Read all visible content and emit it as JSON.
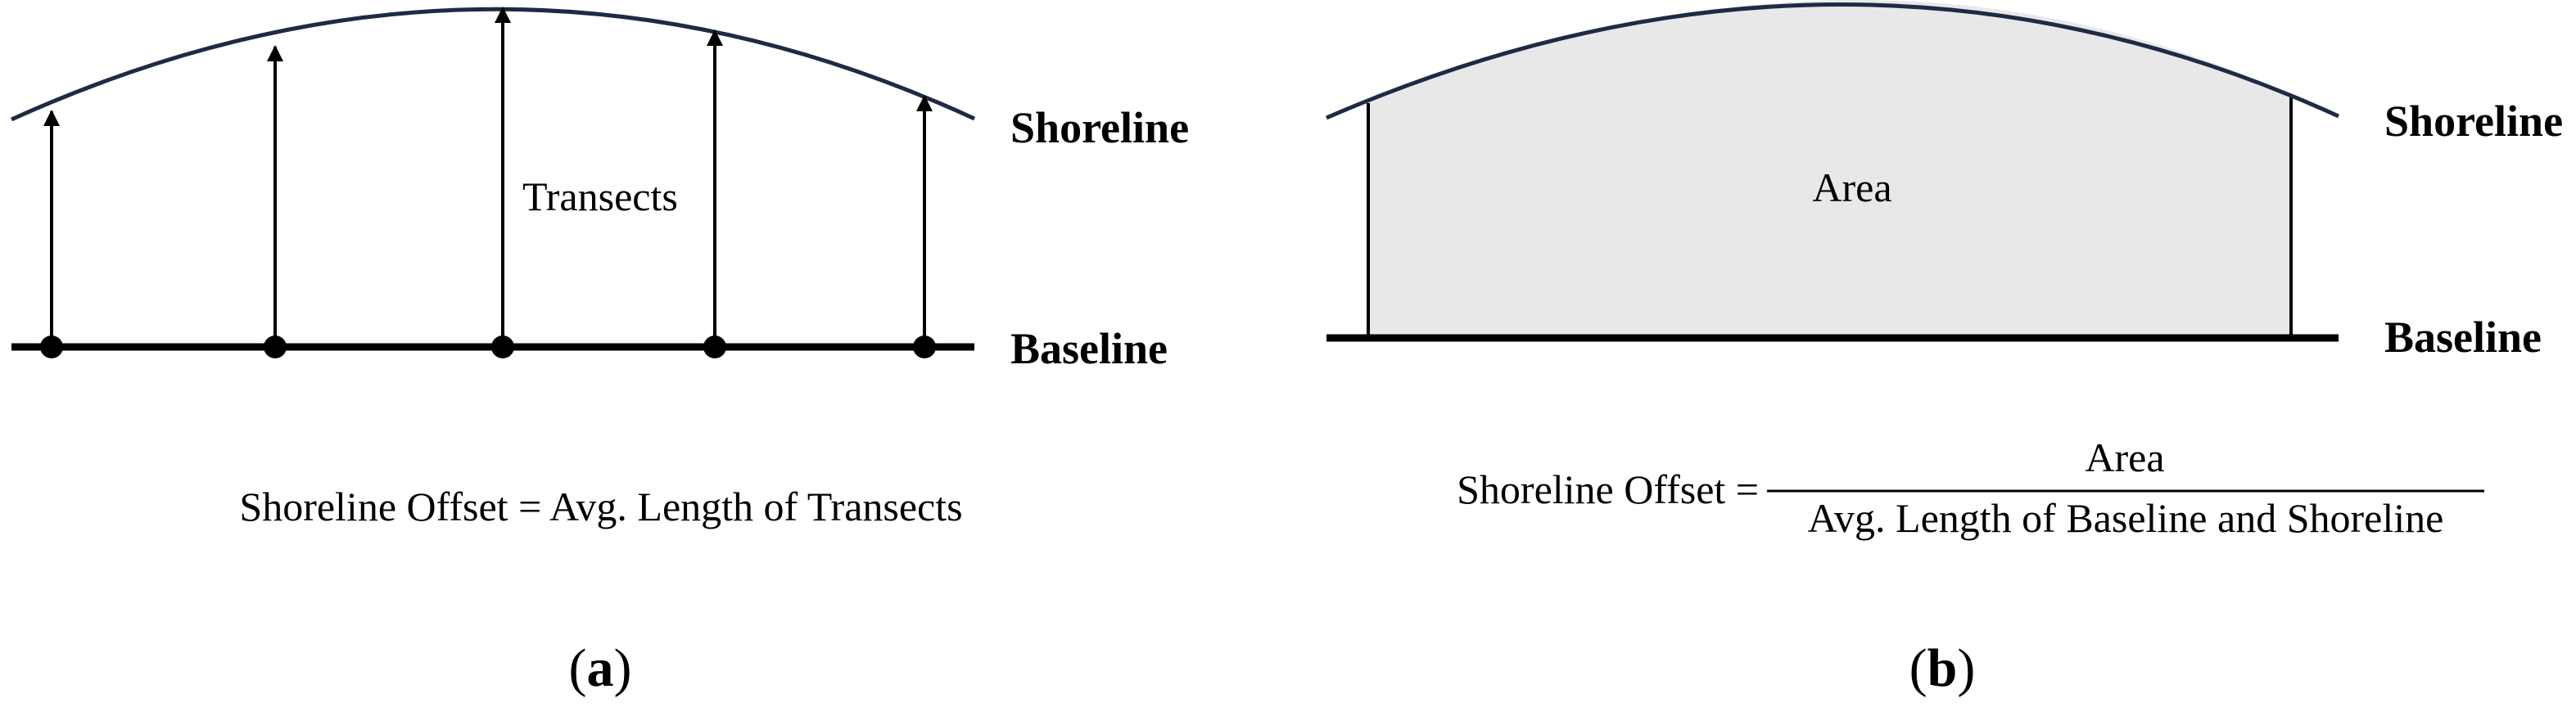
{
  "panel_a": {
    "shoreline_label": "Shoreline",
    "baseline_label": "Baseline",
    "transects_label": "Transects",
    "equation": "Shoreline Offset = Avg. Length of Transects",
    "caption_open": "(",
    "caption_letter": "a",
    "caption_close": ")",
    "transect_count": 5
  },
  "panel_b": {
    "shoreline_label": "Shoreline",
    "baseline_label": "Baseline",
    "area_label": "Area",
    "equation_lhs": "Shoreline Offset =",
    "equation_numerator": "Area",
    "equation_denominator": "Avg. Length of Baseline and Shoreline",
    "caption_open": "(",
    "caption_letter": "b",
    "caption_close": ")"
  },
  "colors": {
    "shoreline": "#1f2a44",
    "baseline": "#000000",
    "area_fill": "#e8e8e8",
    "transect": "#000000"
  }
}
